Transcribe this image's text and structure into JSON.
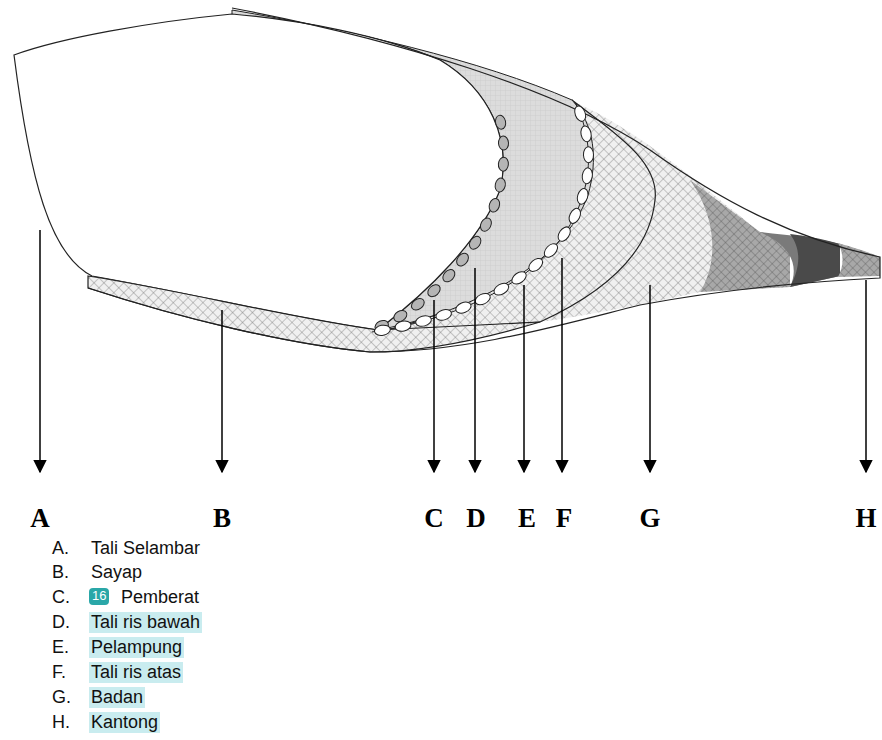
{
  "diagram": {
    "labels": [
      "A",
      "B",
      "C",
      "D",
      "E",
      "F",
      "G",
      "H",
      "A.",
      "Tali Selambar",
      "B.",
      "Sayap",
      "C.",
      "16",
      "Pemberat",
      "D.",
      "Tali ris bawah",
      "E.",
      "Pelampung",
      "F.",
      "Tali ris atas",
      "G.",
      "Badan",
      "H.",
      "Kantong"
    ]
  }
}
